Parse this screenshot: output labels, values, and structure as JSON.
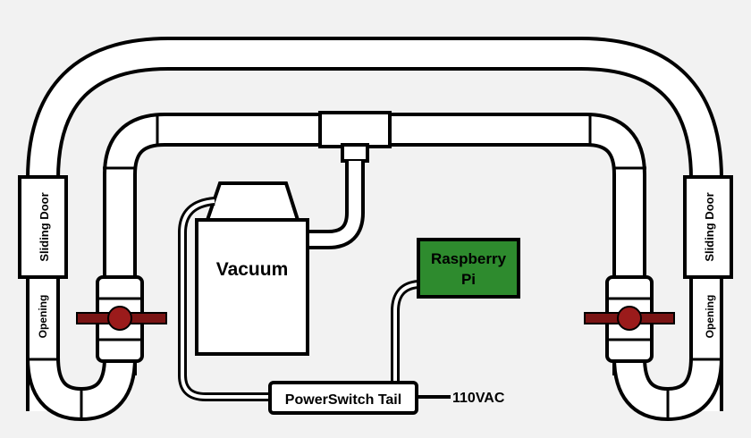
{
  "labels": {
    "vacuum": "Vacuum",
    "raspberry_line1": "Raspberry",
    "raspberry_line2": "Pi",
    "powerswitch": "PowerSwitch Tail",
    "mains": "110VAC",
    "left_door": "Sliding Door",
    "right_door": "Sliding Door",
    "left_opening": "Opening",
    "right_opening": "Opening"
  },
  "colors": {
    "background": "#f2f2f2",
    "stroke": "#000000",
    "fill": "#ffffff",
    "valve_handle": "#7a1414",
    "valve_knob": "#9b1b1b",
    "raspberry_pi_box": "#2e8b2e"
  }
}
